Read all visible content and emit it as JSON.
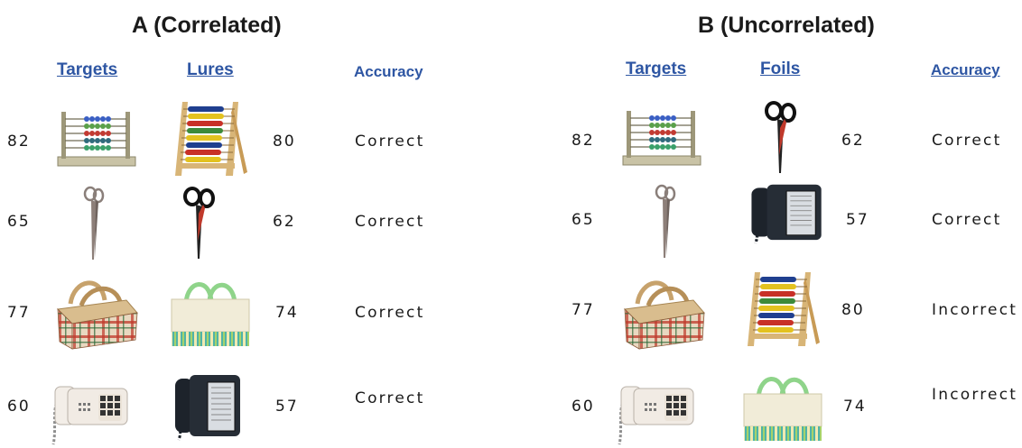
{
  "panels": {
    "a": {
      "title": "A (Correlated)",
      "targets_label": "Targets",
      "pairs_label": "Lures",
      "accuracy_label": "Accuracy",
      "rows": [
        {
          "target_score": "82",
          "target_icon": "abacus-icon",
          "pair_icon": "abacus-frame-icon",
          "pair_score": "80",
          "accuracy": "Correct"
        },
        {
          "target_score": "65",
          "target_icon": "shears-icon",
          "pair_icon": "scissors-icon",
          "pair_score": "62",
          "accuracy": "Correct"
        },
        {
          "target_score": "77",
          "target_icon": "plaid-basket-icon",
          "pair_icon": "striped-basket-icon",
          "pair_score": "74",
          "accuracy": "Correct"
        },
        {
          "target_score": "60",
          "target_icon": "white-telephone-icon",
          "pair_icon": "black-telephone-icon",
          "pair_score": "57",
          "accuracy": "Correct"
        }
      ]
    },
    "b": {
      "title": "B (Uncorrelated)",
      "targets_label": "Targets",
      "pairs_label": "Foils",
      "accuracy_label": "Accuracy",
      "rows": [
        {
          "target_score": "82",
          "target_icon": "abacus-icon",
          "pair_icon": "scissors-icon",
          "pair_score": "62",
          "accuracy": "Correct"
        },
        {
          "target_score": "65",
          "target_icon": "shears-icon",
          "pair_icon": "black-telephone-icon",
          "pair_score": "57",
          "accuracy": "Correct"
        },
        {
          "target_score": "77",
          "target_icon": "plaid-basket-icon",
          "pair_icon": "abacus-frame-icon",
          "pair_score": "80",
          "accuracy": "Incorrect"
        },
        {
          "target_score": "60",
          "target_icon": "white-telephone-icon",
          "pair_icon": "striped-basket-icon",
          "pair_score": "74",
          "accuracy": "Incorrect"
        }
      ]
    }
  },
  "colors": {
    "heading_blue": "#2e56a3",
    "text": "#1a1a1a"
  }
}
